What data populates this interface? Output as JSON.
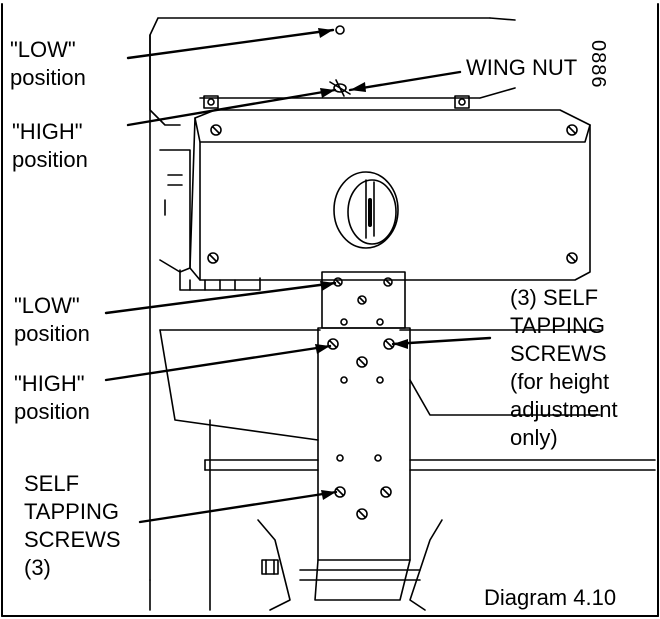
{
  "figure_id": "0886",
  "caption": "Diagram 4.10",
  "labels": {
    "low_position_top": "\"LOW\"\nposition",
    "high_position_top": "\"HIGH\"\nposition",
    "wing_nut": "WING NUT",
    "low_position_bottom": "\"LOW\"\nposition",
    "high_position_bottom": "\"HIGH\"\nposition",
    "self_tapping_screws_3_right": "(3) SELF\nTAPPING\nSCREWS\n(for height\nadjustment\nonly)",
    "self_tapping_screws_3_left": "SELF\nTAPPING\nSCREWS\n(3)"
  }
}
